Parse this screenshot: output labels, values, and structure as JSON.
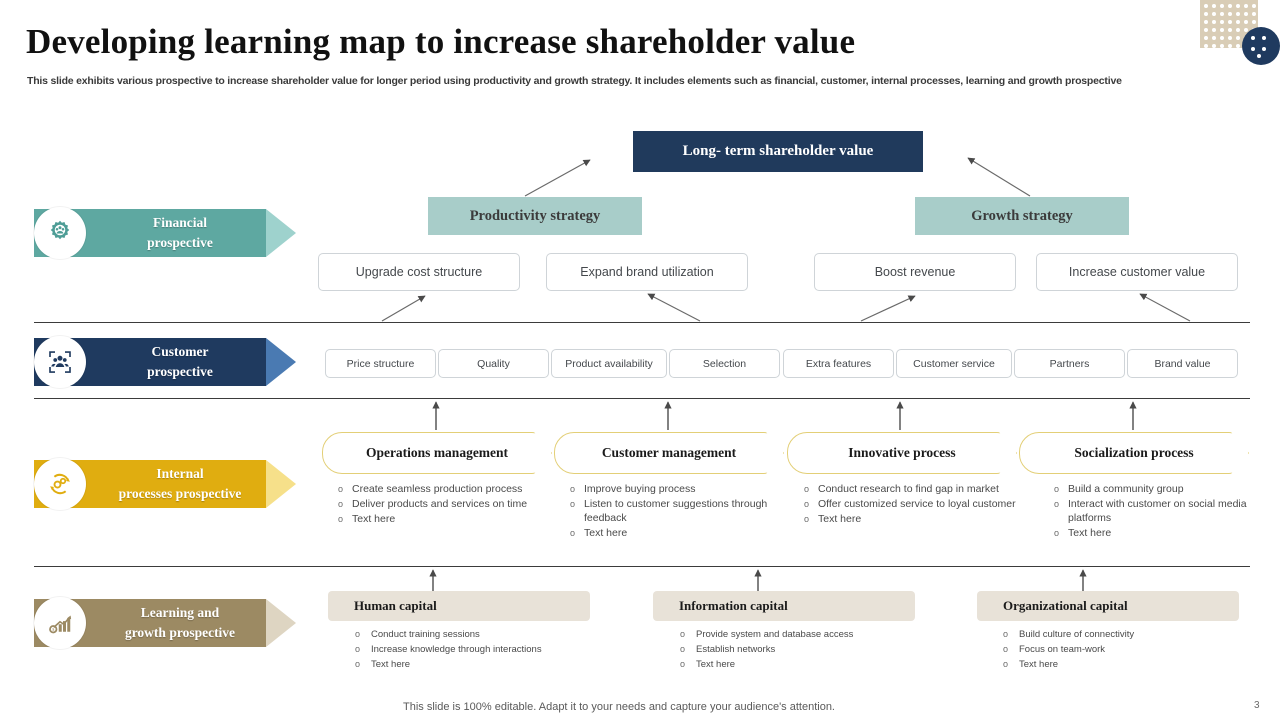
{
  "header": {
    "title": "Developing learning map to increase shareholder value",
    "subtitle": "This slide exhibits various prospective to increase shareholder value for longer period using productivity and growth strategy. It includes elements such as financial, customer, internal processes, learning and growth prospective"
  },
  "colors": {
    "financial": "#5ea8a1",
    "financial_tip": "#9ed2cd",
    "customer": "#1f3a5f",
    "customer_tip": "#4a7ab2",
    "internal": "#e0ad10",
    "internal_tip": "#f6e08a",
    "learning": "#9c8a63",
    "learning_tip": "#ded5c2",
    "longterm": "#203a5c",
    "strategy": "#a8cdc9",
    "capital": "#e8e2d8",
    "beige": "#d9cdb6",
    "navy_circle": "#1f3a5f"
  },
  "top": {
    "long_term_label": "Long- term shareholder value",
    "productivity_label": "Productivity  strategy",
    "growth_label": "Growth  strategy"
  },
  "prospectives": [
    {
      "id": "financial",
      "line1": "Financial",
      "line2": "prospective",
      "icon": "gear-people-icon"
    },
    {
      "id": "customer",
      "line1": "Customer",
      "line2": "prospective",
      "icon": "people-frame-icon"
    },
    {
      "id": "internal",
      "line1": "Internal",
      "line2": "processes prospective",
      "icon": "gears-cycle-icon"
    },
    {
      "id": "learning",
      "line1": "Learning  and",
      "line2": "growth  prospective",
      "icon": "money-growth-chart-icon"
    }
  ],
  "financial_row": [
    "Upgrade cost structure",
    "Expand brand utilization",
    "Boost revenue",
    "Increase customer value"
  ],
  "customer_row": [
    "Price structure",
    "Quality",
    "Product availability",
    "Selection",
    "Extra features",
    "Customer service",
    "Partners",
    "Brand value"
  ],
  "internal_row": [
    {
      "header": "Operations management",
      "bullets": [
        "Create seamless production process",
        "Deliver products and services on time",
        "Text  here"
      ]
    },
    {
      "header": "Customer management",
      "bullets": [
        "Improve buying process",
        "Listen to customer suggestions through feedback",
        "Text  here"
      ]
    },
    {
      "header": "Innovative process",
      "bullets": [
        "Conduct research to find gap in market",
        "Offer customized service to loyal customer",
        "Text  here"
      ]
    },
    {
      "header": "Socialization process",
      "bullets": [
        "Build a community group",
        "Interact with customer on social media platforms",
        "Text  here"
      ]
    }
  ],
  "learning_row": [
    {
      "header": "Human capital",
      "bullets": [
        "Conduct training sessions",
        "Increase knowledge through interactions",
        "Text here"
      ]
    },
    {
      "header": "Information capital",
      "bullets": [
        "Provide system and database access",
        "Establish networks",
        "Text here"
      ]
    },
    {
      "header": "Organizational capital",
      "bullets": [
        "Build  culture of connectivity",
        "Focus on team-work",
        "Text here"
      ]
    }
  ],
  "footer": {
    "note": "This slide is 100% editable. Adapt it to your needs and capture your audience's attention.",
    "page_number": "3"
  },
  "bullet_marker": "o"
}
